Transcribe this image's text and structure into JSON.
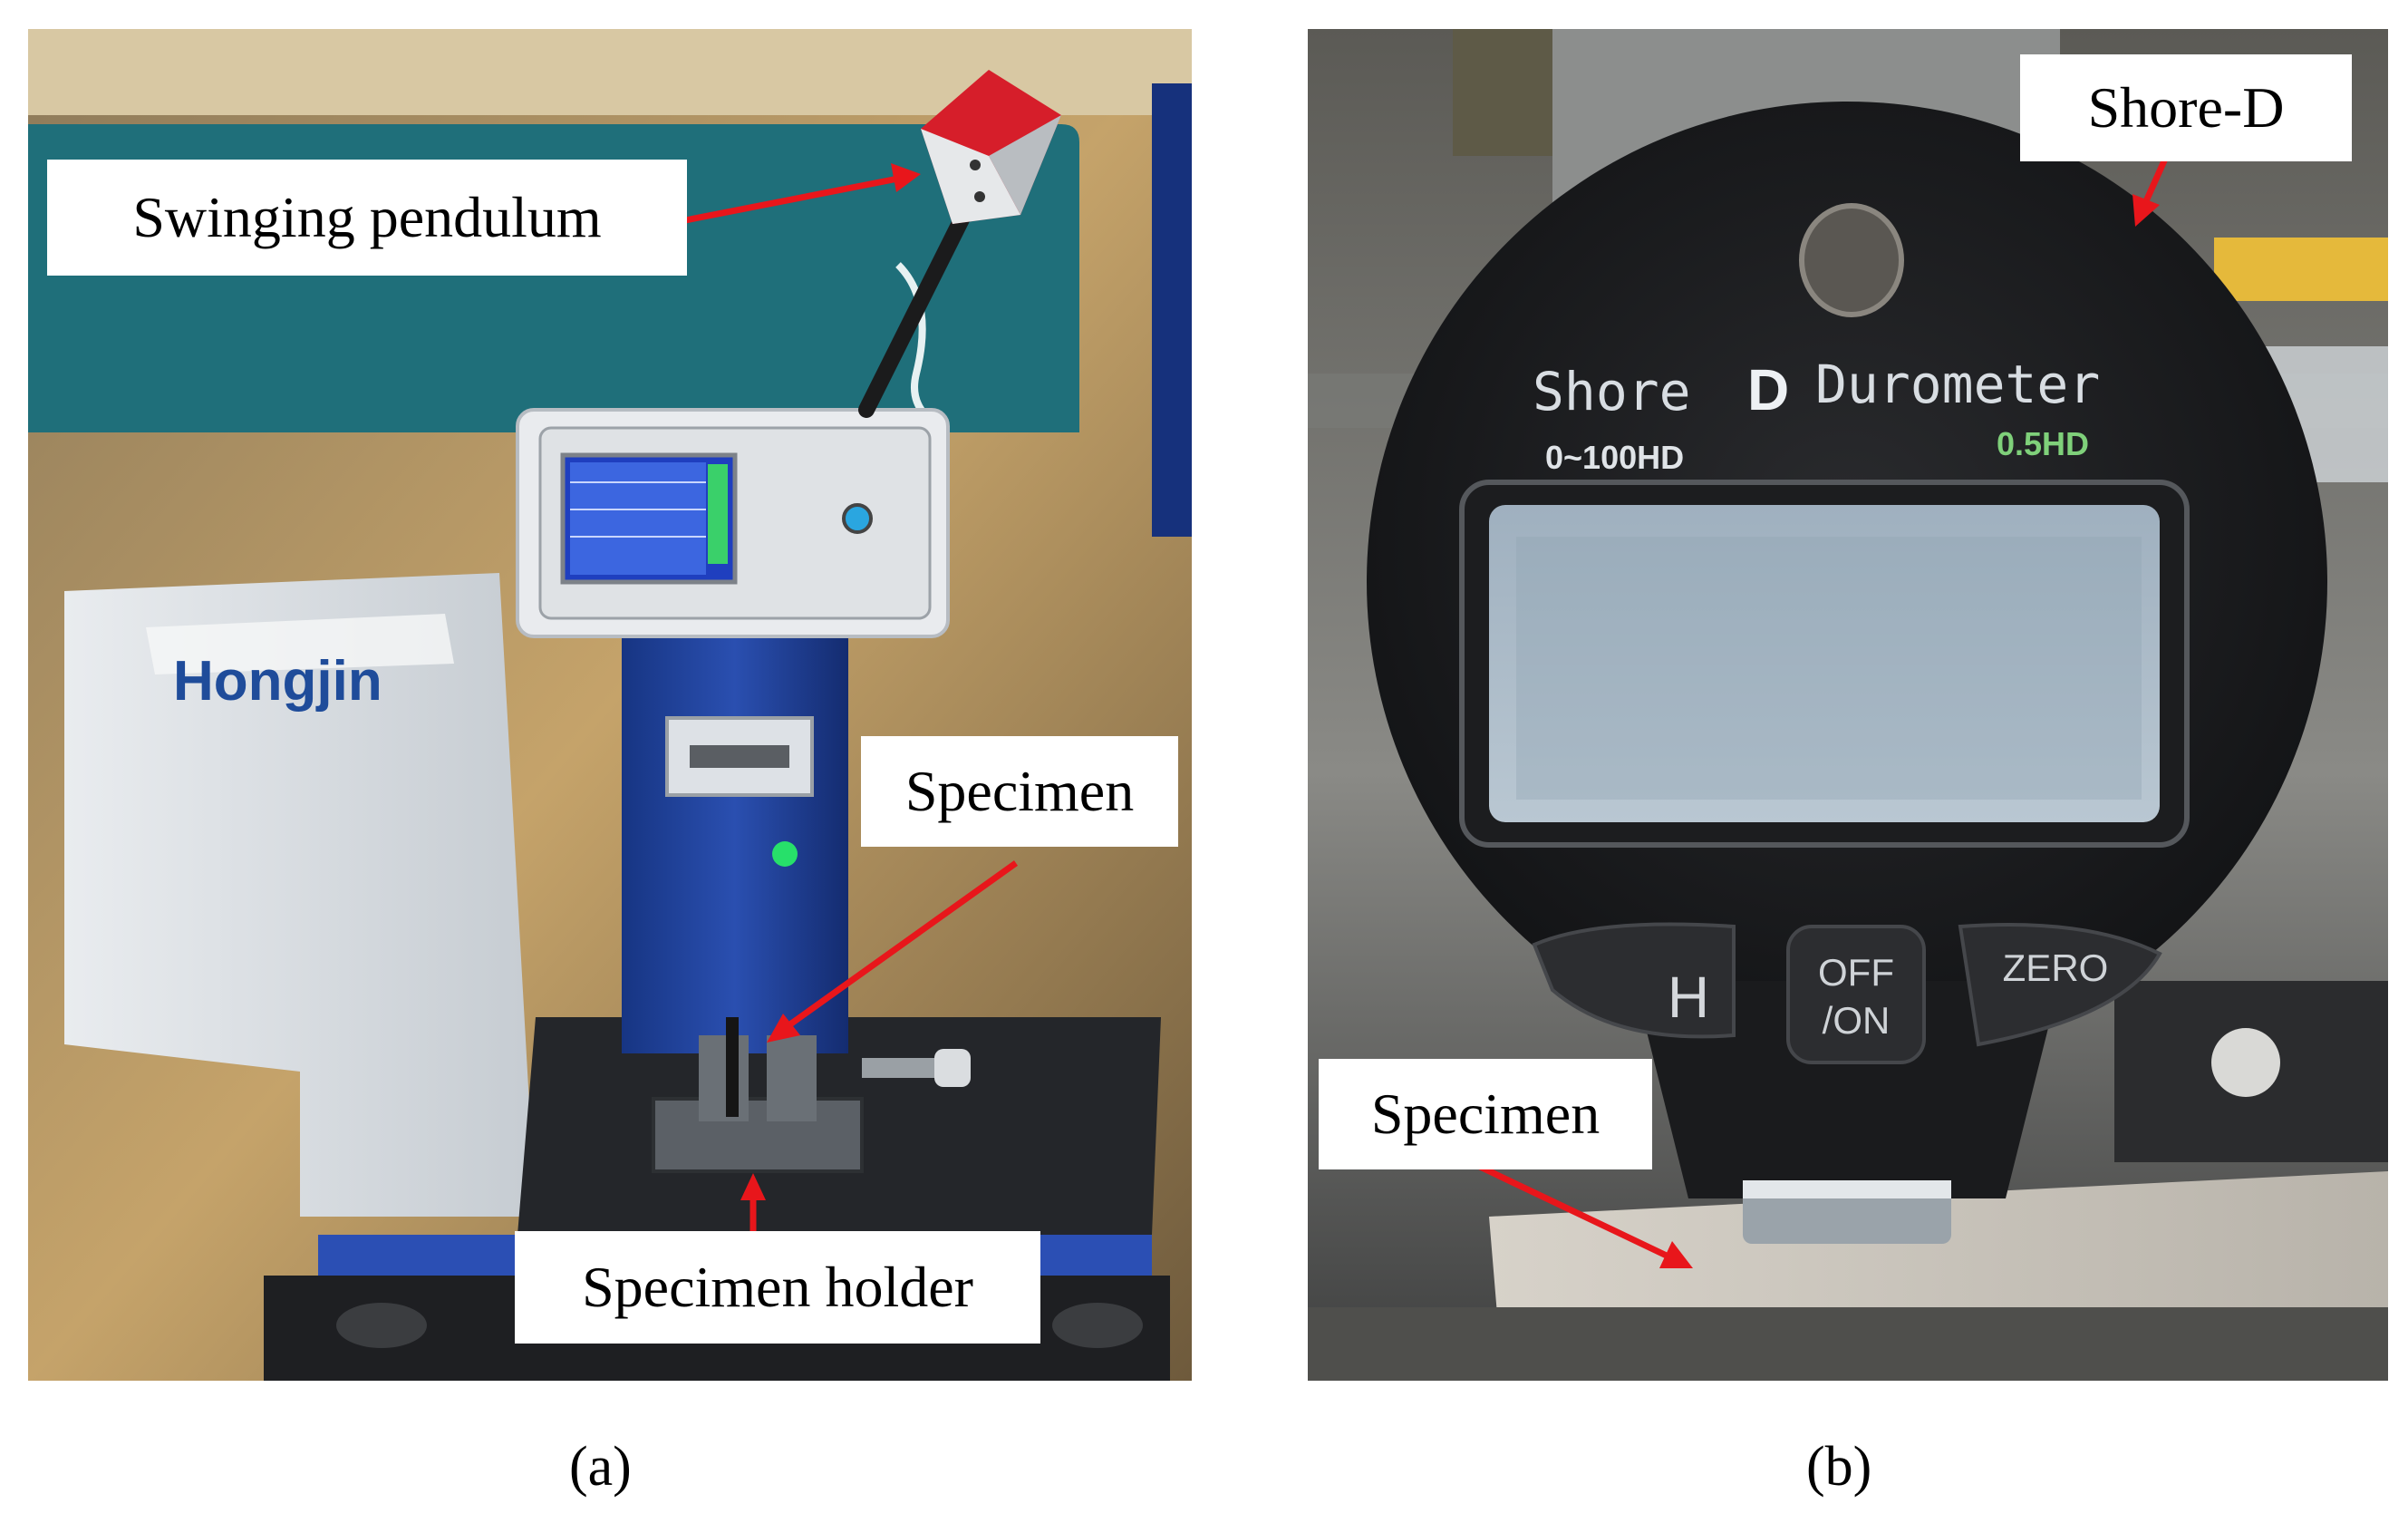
{
  "panel_a": {
    "callouts": {
      "swinging_pendulum": "Swinging pendulum",
      "specimen": "Specimen",
      "specimen_holder": "Specimen holder"
    },
    "caption": "(a)"
  },
  "panel_b": {
    "callouts": {
      "shore_d": "Shore-D",
      "specimen": "Specimen"
    },
    "device": {
      "title_prefix": "Shore",
      "title_letter": "D",
      "title_suffix": "Durometer",
      "range": "0~100HD",
      "resolution": "0.5HD",
      "buttons": {
        "h": "H",
        "off": "OFF",
        "on": "/ON",
        "zero": "ZERO"
      }
    },
    "caption": "(b)"
  },
  "colors": {
    "arrow": "#e8161b",
    "machine_blue": "#1f3f9b",
    "banner_teal": "#1f6f7a",
    "pendulum_red": "#d61e2a",
    "durometer_body": "#1d1e20",
    "lcd": "#aebfcd"
  }
}
